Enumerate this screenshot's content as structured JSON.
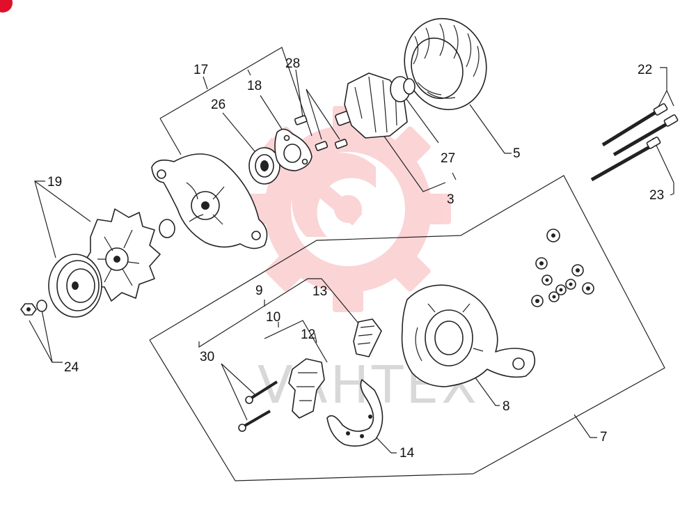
{
  "watermark": {
    "text": "VAHTEX",
    "logo_color": "#ee2e3a",
    "logo_opacity": 0.2,
    "logo_icon": "gear-logo-icon"
  },
  "corner_badge_color": "#e0102a",
  "callouts": [
    {
      "id": "c17",
      "text": "17"
    },
    {
      "id": "c26",
      "text": "26"
    },
    {
      "id": "c18",
      "text": "18"
    },
    {
      "id": "c28",
      "text": "28"
    },
    {
      "id": "c27",
      "text": "27"
    },
    {
      "id": "c3",
      "text": "3"
    },
    {
      "id": "c5",
      "text": "5"
    },
    {
      "id": "c22",
      "text": "22"
    },
    {
      "id": "c23",
      "text": "23"
    },
    {
      "id": "c19",
      "text": "19"
    },
    {
      "id": "c24",
      "text": "24"
    },
    {
      "id": "c9",
      "text": "9"
    },
    {
      "id": "c13",
      "text": "13"
    },
    {
      "id": "c10",
      "text": "10"
    },
    {
      "id": "c12",
      "text": "12"
    },
    {
      "id": "c30",
      "text": "30"
    },
    {
      "id": "c8",
      "text": "8"
    },
    {
      "id": "c7",
      "text": "7"
    },
    {
      "id": "c14",
      "text": "14"
    }
  ],
  "parts": [
    {
      "id": "p5",
      "name": "stator-part"
    },
    {
      "id": "p3",
      "name": "rotor-part"
    },
    {
      "id": "p17",
      "name": "front-housing-part"
    },
    {
      "id": "p26",
      "name": "bearing-part"
    },
    {
      "id": "p18",
      "name": "retainer-plate-part"
    },
    {
      "id": "p28",
      "name": "screws-part"
    },
    {
      "id": "p19",
      "name": "fan-part"
    },
    {
      "id": "pPulley",
      "name": "pulley-part"
    },
    {
      "id": "p24",
      "name": "nut-washer-part"
    },
    {
      "id": "p22",
      "name": "through-bolts-part"
    },
    {
      "id": "p8",
      "name": "rear-housing-part"
    },
    {
      "id": "pNuts",
      "name": "terminal-nuts-part"
    },
    {
      "id": "p12",
      "name": "regulator-part"
    },
    {
      "id": "p13",
      "name": "brush-holder-part"
    },
    {
      "id": "p14",
      "name": "rectifier-part"
    },
    {
      "id": "p30",
      "name": "regulator-screws-part"
    }
  ]
}
